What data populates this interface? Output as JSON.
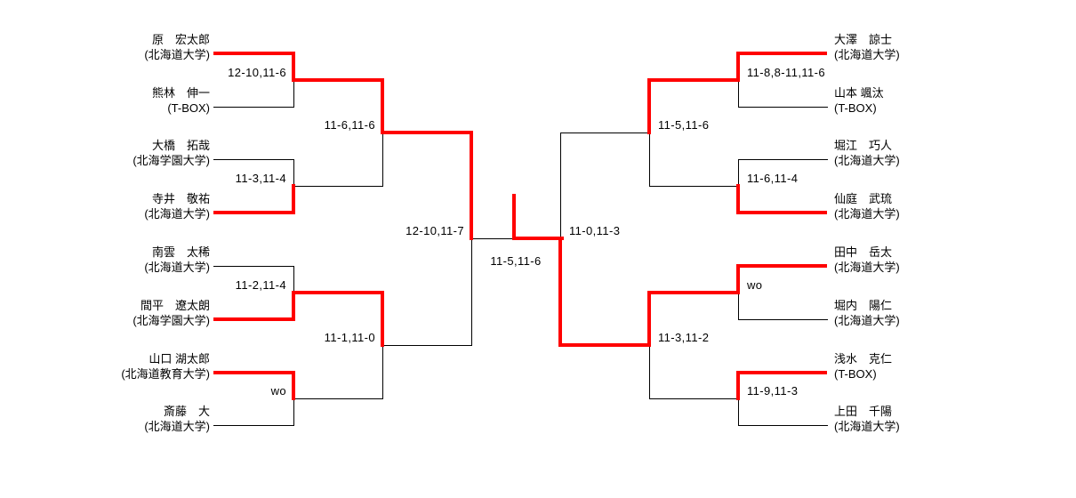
{
  "diagram_type": "tournament-bracket",
  "colors": {
    "winner_path": "#ff0000",
    "line": "#000000",
    "background": "#ffffff",
    "text": "#000000"
  },
  "players": [
    {
      "name": "原　宏太郎",
      "affiliation": "(北海道大学)"
    },
    {
      "name": "熊林　伸一",
      "affiliation": "(T-BOX)"
    },
    {
      "name": "大橋　拓哉",
      "affiliation": "(北海学園大学)"
    },
    {
      "name": "寺井　敬祐",
      "affiliation": "(北海道大学)"
    },
    {
      "name": "南雲　太稀",
      "affiliation": "(北海道大学)"
    },
    {
      "name": "間平　遼太朗",
      "affiliation": "(北海学園大学)"
    },
    {
      "name": "山口 湖太郎",
      "affiliation": "(北海道教育大学)"
    },
    {
      "name": "斎藤　大",
      "affiliation": "(北海道大学)"
    },
    {
      "name": "大澤　諒士",
      "affiliation": "(北海道大学)"
    },
    {
      "name": "山本 颯汰",
      "affiliation": "(T-BOX)"
    },
    {
      "name": "堀江　巧人",
      "affiliation": "(北海道大学)"
    },
    {
      "name": "仙庭　武琉",
      "affiliation": "(北海道大学)"
    },
    {
      "name": "田中　岳太",
      "affiliation": "(北海道大学)"
    },
    {
      "name": "堀内　陽仁",
      "affiliation": "(北海道大学)"
    },
    {
      "name": "浅水　克仁",
      "affiliation": "(T-BOX)"
    },
    {
      "name": "上田　千陽",
      "affiliation": "(北海道大学)"
    }
  ],
  "matches": {
    "left_round1": [
      {
        "winner": "原　宏太郎",
        "loser": "熊林　伸一",
        "score": "12-10,11-6"
      },
      {
        "winner": "寺井　敬祐",
        "loser": "大橋　拓哉",
        "score": "11-3,11-4"
      },
      {
        "winner": "間平　遼太朗",
        "loser": "南雲　太稀",
        "score": "11-2,11-4"
      },
      {
        "winner": "山口 湖太郎",
        "loser": "斎藤　大",
        "score": "wo"
      }
    ],
    "left_quarterfinals": [
      {
        "winner": "原　宏太郎",
        "loser": "寺井　敬祐",
        "score": "11-6,11-6"
      },
      {
        "winner": "間平　遼太朗",
        "loser": "山口 湖太郎",
        "score": "11-1,11-0"
      }
    ],
    "left_semifinal": {
      "winner": "原　宏太郎",
      "loser": "間平　遼太朗",
      "score": "12-10,11-7"
    },
    "final": {
      "winner": "田中　岳太",
      "loser": "原　宏太郎",
      "score": "11-5,11-6"
    },
    "right_semifinal": {
      "winner": "田中　岳太",
      "loser": "大澤　諒士",
      "score": "11-0,11-3"
    },
    "right_quarterfinals": [
      {
        "winner": "大澤　諒士",
        "loser": "仙庭　武琉",
        "score": "11-5,11-6"
      },
      {
        "winner": "田中　岳太",
        "loser": "浅水　克仁",
        "score": "11-3,11-2"
      }
    ],
    "right_round1": [
      {
        "winner": "大澤　諒士",
        "loser": "山本 颯汰",
        "score": "11-8,8-11,11-6"
      },
      {
        "winner": "仙庭　武琉",
        "loser": "堀江　巧人",
        "score": "11-6,11-4"
      },
      {
        "winner": "田中　岳太",
        "loser": "堀内　陽仁",
        "score": "wo"
      },
      {
        "winner": "浅水　克仁",
        "loser": "上田　千陽",
        "score": "11-9,11-3"
      }
    ],
    "champion": "田中　岳太"
  }
}
